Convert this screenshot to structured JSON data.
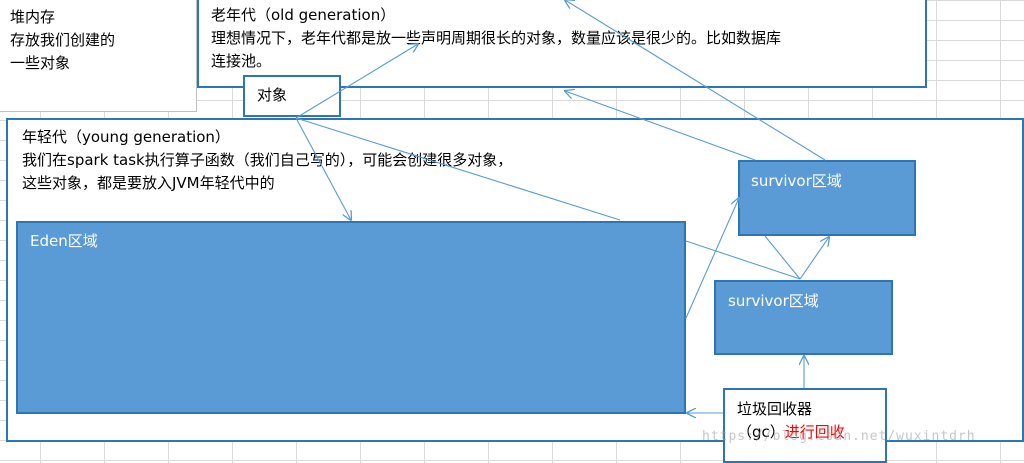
{
  "heap": {
    "lines": [
      "堆内存",
      "存放我们创建的",
      "一些对象"
    ]
  },
  "old_generation": {
    "title": "老年代（old generation）",
    "lines": [
      "理想情况下，老年代都是放一些声明周期很长的对象，数量应该是很少的。比如数据库",
      "连接池。"
    ]
  },
  "object_label": "对象",
  "young_generation": {
    "title": "年轻代（young generation）",
    "lines": [
      "我们在spark task执行算子函数（我们自己写的），可能会创建很多对象，",
      "这些对象，都是要放入JVM年轻代中的"
    ]
  },
  "eden": {
    "label": "Eden区域"
  },
  "survivor_top": {
    "label": "survivor区域"
  },
  "survivor_bottom": {
    "label": "survivor区域"
  },
  "gc": {
    "line1": "垃圾回收器",
    "line2_prefix": "（gc）",
    "line2_highlight": "进行回收",
    "highlight_color": "#ff0000"
  },
  "colors": {
    "region_fill": "#5b9bd5",
    "border": "#2e75b6",
    "arrow": "#5b9bd5"
  },
  "watermark": "https://blog.csdn.net/wuxintdrh"
}
